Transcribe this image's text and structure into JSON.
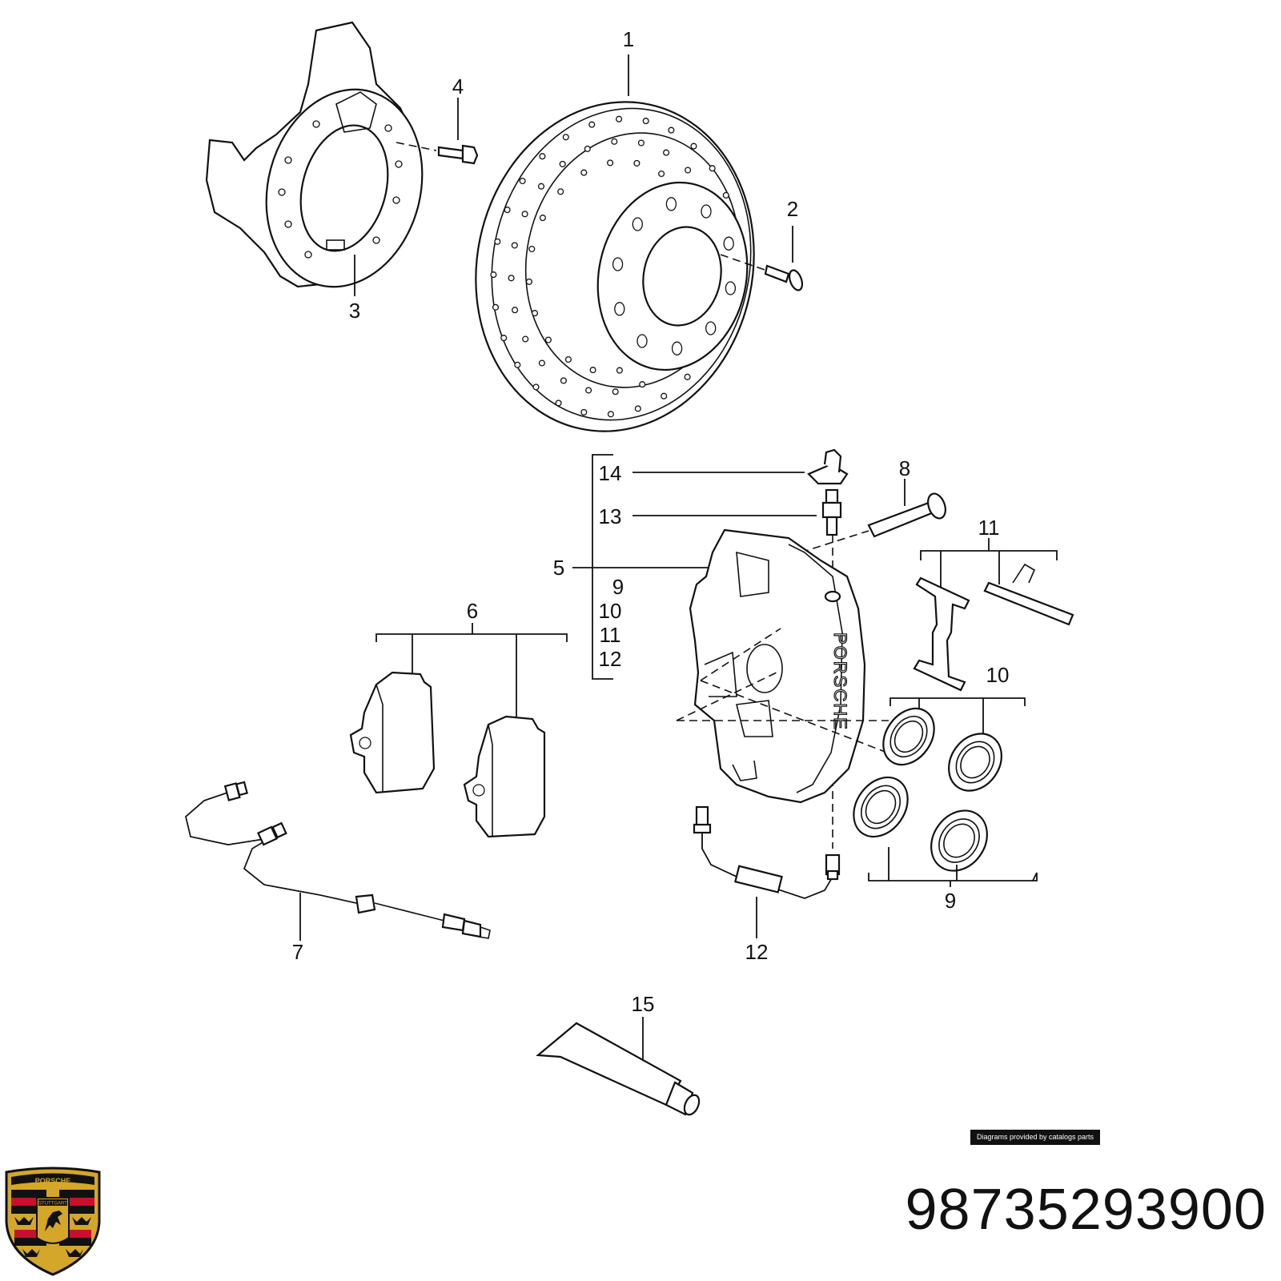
{
  "callouts": {
    "c1": "1",
    "c2": "2",
    "c3": "3",
    "c4": "4",
    "c5": "5",
    "c6": "6",
    "c7": "7",
    "c8": "8",
    "c9a": "9",
    "c9b": "9",
    "c10a": "10",
    "c10b": "10",
    "c11a": "11",
    "c11b": "11",
    "c12a": "12",
    "c12b": "12",
    "c13": "13",
    "c14": "14",
    "c15": "15"
  },
  "caliper_brand": "PORSCHE",
  "credit": "Diagrams provided by catalogs parts",
  "part_number": "98735293900",
  "logo": {
    "name": "porsche-crest",
    "top_text": "PORSCHE",
    "center_text": "STUTTGART",
    "colors": {
      "gold": "#d4a62a",
      "red": "#c8102e",
      "black": "#111111"
    }
  }
}
